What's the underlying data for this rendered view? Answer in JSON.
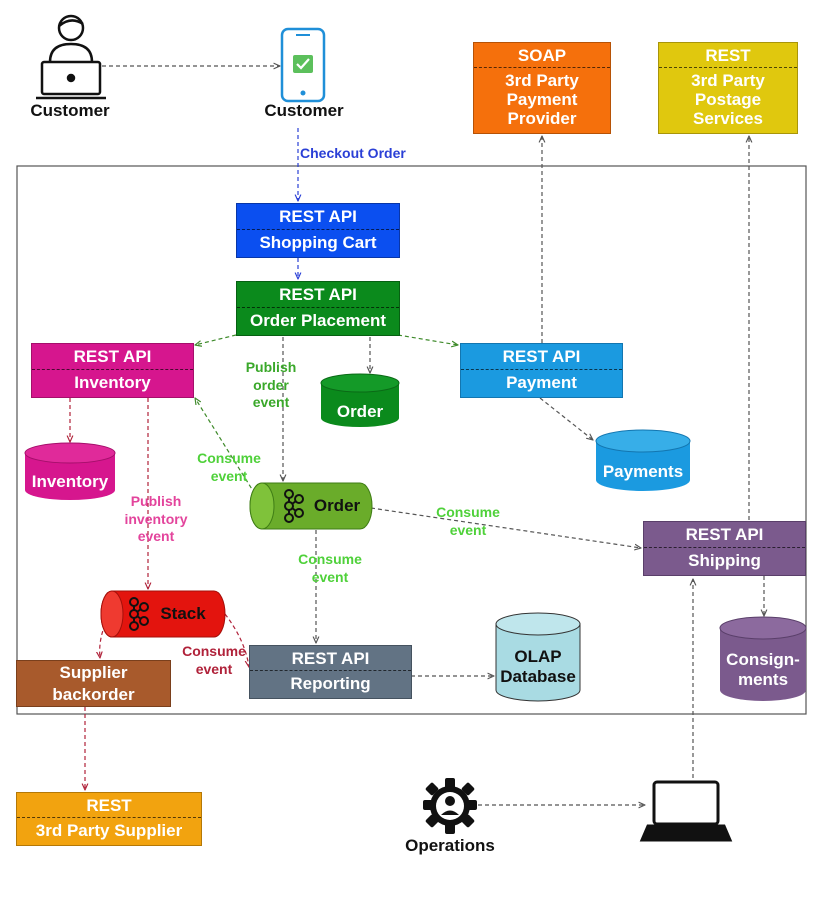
{
  "actors": {
    "customer_desktop": "Customer",
    "customer_mobile": "Customer",
    "operations": "Operations"
  },
  "services": {
    "shopping_cart": {
      "type": "REST API",
      "name": "Shopping Cart"
    },
    "order_placement": {
      "type": "REST API",
      "name": "Order Placement"
    },
    "inventory": {
      "type": "REST API",
      "name": "Inventory"
    },
    "payment": {
      "type": "REST API",
      "name": "Payment"
    },
    "shipping": {
      "type": "REST API",
      "name": "Shipping"
    },
    "reporting": {
      "type": "REST API",
      "name": "Reporting"
    }
  },
  "external": {
    "payment_provider": {
      "type": "SOAP",
      "line1": "3rd Party",
      "line2": "Payment",
      "line3": "Provider"
    },
    "postage": {
      "type": "REST",
      "line1": "3rd Party",
      "line2": "Postage",
      "line3": "Services"
    },
    "supplier": {
      "type": "REST",
      "name": "3rd Party Supplier"
    },
    "supplier_backorder": {
      "line1": "Supplier",
      "line2": "backorder"
    }
  },
  "databases": {
    "order": "Order",
    "inventory": "Inventory",
    "payments": "Payments",
    "olap_line1": "OLAP",
    "olap_line2": "Database",
    "consignments_line1": "Consign-",
    "consignments_line2": "ments"
  },
  "topics": {
    "order": "Order",
    "stack": "Stack"
  },
  "labels": {
    "checkout_order": "Checkout Order",
    "publish_order_1": "Publish",
    "publish_order_2": "order",
    "publish_order_3": "event",
    "consume_inv_1": "Consume",
    "consume_inv_2": "event",
    "publish_inv_1": "Publish",
    "publish_inv_2": "inventory",
    "publish_inv_3": "event",
    "consume_ship_1": "Consume",
    "consume_ship_2": "event",
    "consume_rep_1": "Consume",
    "consume_rep_2": "event",
    "consume_stack_1": "Consume",
    "consume_stack_2": "event"
  },
  "colors": {
    "shopping_cart": "#0b4ff0",
    "order_placement": "#0b8a1c",
    "inventory": "#d6168e",
    "payment": "#1b9ae0",
    "shipping": "#7b5a8d",
    "reporting": "#627384",
    "soap": "#f5700c",
    "postage": "#e0c80e",
    "supplier": "#f2a30f",
    "backorder": "#a85a2c",
    "order_db": "#0b8a1c",
    "inventory_db": "#d6168e",
    "payments_db": "#1b9ae0",
    "olap_db": "#a9dbe3",
    "consignments_db": "#7b5a8d",
    "order_topic": "#6aac2a",
    "stack_topic": "#e3140e"
  },
  "icons": [
    "laptop-user-icon",
    "mobile-phone-icon",
    "gear-user-icon",
    "laptop-icon",
    "kafka-icon"
  ]
}
